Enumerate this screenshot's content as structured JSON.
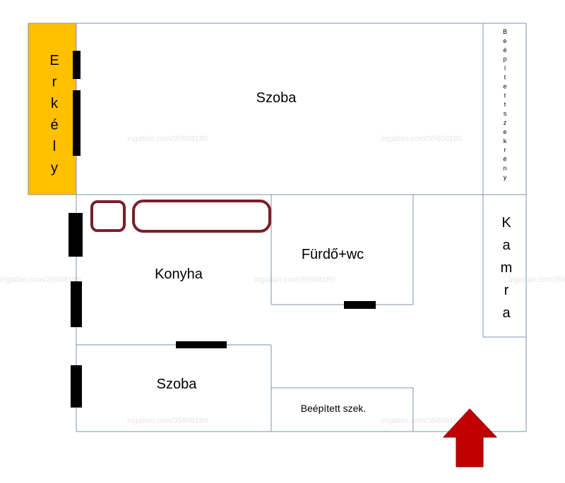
{
  "colors": {
    "balcony": "#FFC000",
    "walls": "#7F93A8",
    "windows": "#000000",
    "furniture_outline": "#7B1E2A",
    "entrance_arrow": "#C00000",
    "watermark": "#E6E6E6"
  },
  "rooms": {
    "balcony": "Erkély",
    "room_top": "Szoba",
    "wardrobe_top": "Beépített szekrény",
    "kitchen": "Konyha",
    "bathroom": "Fürdő+wc",
    "pantry": "Kamra",
    "room_bottom": "Szoba",
    "wardrobe_bottom": "Beépített szek."
  },
  "watermark": "ingatlan.com/35608180",
  "icons": {
    "entrance": "up-arrow-icon",
    "window": "window-mark",
    "kitchen_counter": "counter-outline"
  }
}
